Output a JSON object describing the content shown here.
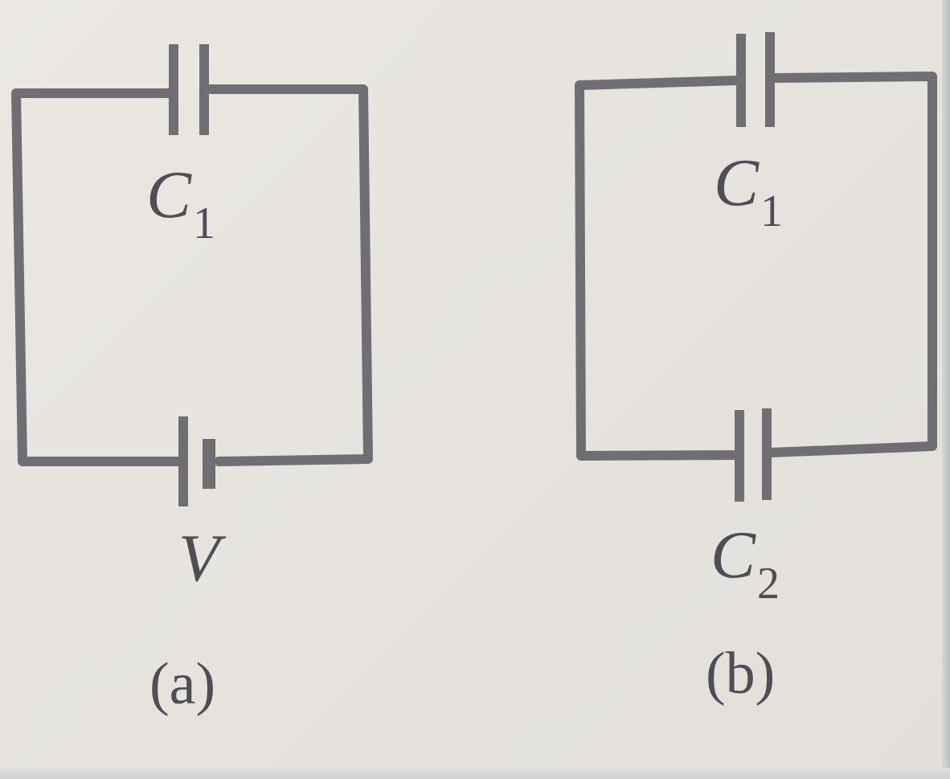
{
  "figure": {
    "panel_a": {
      "capacitor_label": "C",
      "capacitor_sub": "1",
      "source_label": "V",
      "caption": "(a)"
    },
    "panel_b": {
      "top_capacitor_label": "C",
      "top_capacitor_sub": "1",
      "bottom_capacitor_label": "C",
      "bottom_capacitor_sub": "2",
      "caption": "(b)"
    }
  }
}
